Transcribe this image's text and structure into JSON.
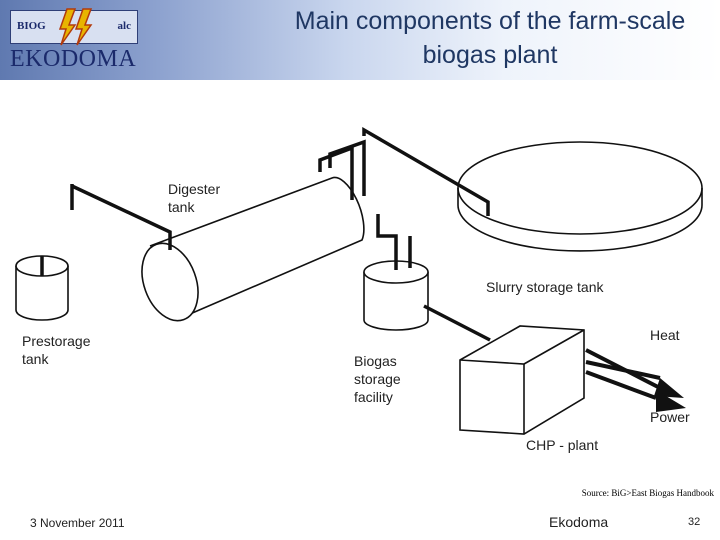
{
  "header": {
    "title": "Main components of the farm-scale biogas plant",
    "logo": {
      "left_text": "BIOG",
      "right_text": "alc",
      "word": "EKODOMA"
    }
  },
  "diagram": {
    "labels": {
      "digester": "Digester\ntank",
      "slurry": "Slurry storage tank",
      "prestorage": "Prestorage\ntank",
      "biogas": "Biogas\nstorage\nfacility",
      "heat": "Heat",
      "power": "Power",
      "chp": "CHP - plant"
    }
  },
  "source": "Source: BiG>East Biogas Handbook",
  "footer": {
    "date": "3 November 2011",
    "center": "Ekodoma",
    "page": "32"
  }
}
